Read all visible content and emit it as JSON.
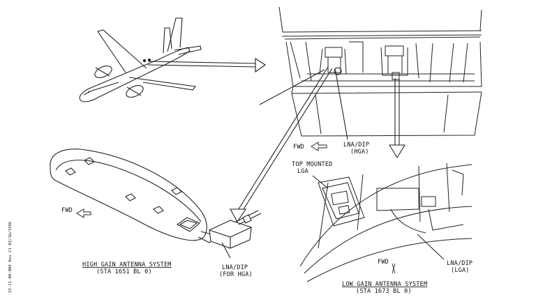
{
  "labels": {
    "lna_dip_hga_top": "LNA/DIP",
    "lna_dip_hga_top_sub": "(HGA)",
    "fwd_upper": "FWD",
    "top_mounted_1": "TOP MOUNTED",
    "top_mounted_2": "LGA",
    "fwd_left": "FWD",
    "lna_dip_bottom": "LNA/DIP",
    "lna_dip_bottom_sub": "(FOR HGA)",
    "fwd_right": "FWD",
    "lna_dip_lga": "LNA/DIP",
    "lna_dip_lga_sub": "(LGA)"
  },
  "captions": {
    "hga_title": "HIGH GAIN ANTENNA SYSTEM",
    "hga_sub": "(STA 1651 BL 0)",
    "lga_title": "LOW GAIN ANTENNA SYSTEM",
    "lga_sub": "(STA 1673 BL 0)"
  },
  "side_code": "23-11-00-004 Rev 11 02/16/1996"
}
